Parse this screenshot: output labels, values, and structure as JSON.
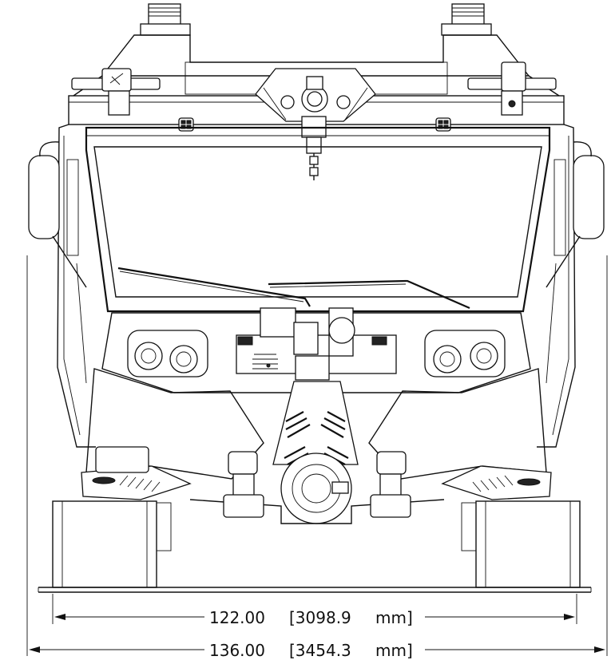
{
  "dimensions": {
    "inner": {
      "value": "122.00",
      "metric": "[3098.9",
      "unit": "mm]"
    },
    "outer": {
      "value": "136.00",
      "metric": "[3454.3",
      "unit": "mm]"
    }
  }
}
